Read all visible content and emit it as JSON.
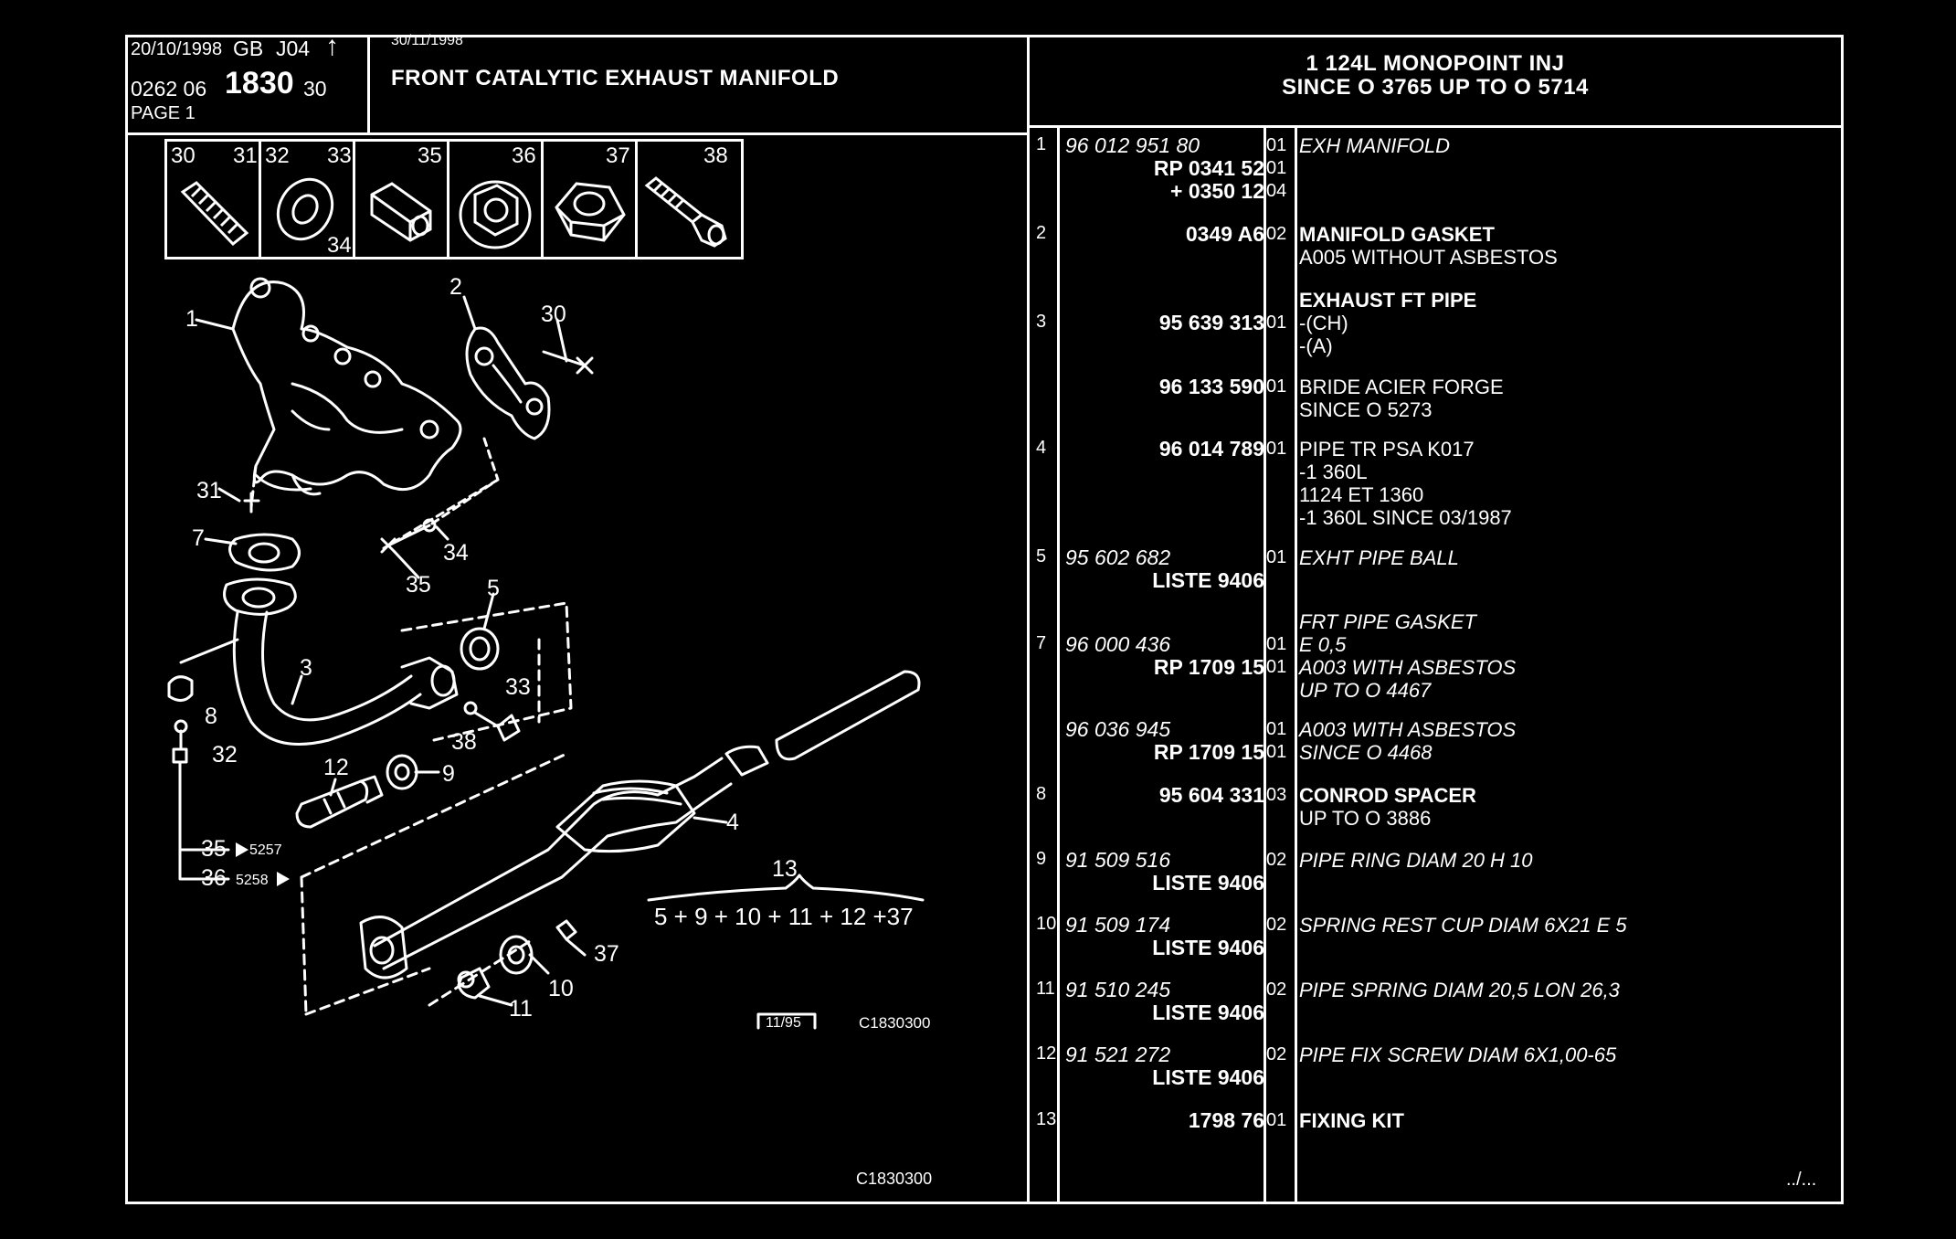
{
  "header": {
    "date1": "20/10/1998",
    "lang": "GB",
    "code": "J04",
    "ref_prefix": "0262 06",
    "ref_main": "1830",
    "ref_suffix": "30",
    "page": "PAGE 1",
    "date2": "30/11/1998",
    "title": "FRONT CATALYTIC EXHAUST MANIFOLD",
    "engine_line1": "1 124L MONOPOINT INJ",
    "engine_line2": "SINCE O  3765 UP  TO  O  5714"
  },
  "hardware_box": {
    "cells": [
      {
        "nums": [
          "30",
          "31"
        ],
        "icon": "stud-icon"
      },
      {
        "nums": [
          "32",
          "33",
          "34"
        ],
        "icon": "washer-icon"
      },
      {
        "nums": [
          "35"
        ],
        "icon": "spacer-icon"
      },
      {
        "nums": [
          "36"
        ],
        "icon": "flange-nut-icon"
      },
      {
        "nums": [
          "37"
        ],
        "icon": "hex-nut-icon"
      },
      {
        "nums": [
          "38"
        ],
        "icon": "bolt-icon"
      }
    ]
  },
  "diagram": {
    "labels": [
      "1",
      "2",
      "30",
      "31",
      "7",
      "34",
      "35",
      "5",
      "33",
      "3",
      "8",
      "32",
      "38",
      "12",
      "9",
      "4",
      "35",
      "36",
      "13",
      "10",
      "37",
      "11"
    ],
    "ref_5257": "5257",
    "ref_5258": "5258",
    "kit_formula": "5 + 9 + 10 + 11 + 12 +37",
    "stamp_date": "11/95",
    "drawing_code": "C1830300",
    "drawing_code_bottom": "C1830300"
  },
  "parts": [
    {
      "idx": "1",
      "refs": [
        {
          "t": "96 012 951 80",
          "i": true,
          "b": false
        },
        {
          "t": "RP  0341 52",
          "i": false,
          "b": true
        },
        {
          "t": "+  0350 12",
          "i": false,
          "b": true
        }
      ],
      "qty": [
        "01",
        "01",
        "04"
      ],
      "desc": [
        {
          "t": "EXH MANIFOLD",
          "i": true,
          "b": false
        }
      ]
    },
    {
      "idx": "2",
      "refs": [
        {
          "t": "0349 A6",
          "i": false,
          "b": true
        }
      ],
      "qty": [
        "02"
      ],
      "desc": [
        {
          "t": "MANIFOLD GASKET",
          "i": false,
          "b": true
        },
        {
          "t": "A005 WITHOUT ASBESTOS",
          "i": false,
          "b": false
        }
      ]
    },
    {
      "idx": "",
      "refs": [],
      "qty": [],
      "desc": [
        {
          "t": "EXHAUST FT PIPE",
          "i": false,
          "b": true
        }
      ]
    },
    {
      "idx": "3",
      "refs": [
        {
          "t": "95 639 313",
          "i": false,
          "b": true
        }
      ],
      "qty": [
        "01"
      ],
      "desc": [
        {
          "t": "-(CH)",
          "i": false,
          "b": false
        },
        {
          "t": "-(A)",
          "i": false,
          "b": false
        }
      ]
    },
    {
      "idx": "",
      "refs": [
        {
          "t": "96 133 590",
          "i": false,
          "b": true
        }
      ],
      "qty": [
        "01"
      ],
      "desc": [
        {
          "t": "BRIDE ACIER FORGE",
          "i": false,
          "b": false
        },
        {
          "t": "SINCE  O  5273",
          "i": false,
          "b": false
        }
      ]
    },
    {
      "idx": "4",
      "refs": [
        {
          "t": "96 014 789",
          "i": false,
          "b": true
        }
      ],
      "qty": [
        "01"
      ],
      "desc": [
        {
          "t": "PIPE TR PSA K017",
          "i": false,
          "b": false
        },
        {
          "t": "-1 360L",
          "i": false,
          "b": false
        },
        {
          "t": "1124 ET 1360",
          "i": false,
          "b": false
        },
        {
          "t": "-1 360L SINCE  03/1987",
          "i": false,
          "b": false
        }
      ]
    },
    {
      "idx": "5",
      "refs": [
        {
          "t": "95 602 682",
          "i": true,
          "b": false
        },
        {
          "t": "LISTE 9406",
          "i": false,
          "b": true
        }
      ],
      "qty": [
        "01"
      ],
      "desc": [
        {
          "t": "EXHT PIPE BALL",
          "i": true,
          "b": false
        }
      ]
    },
    {
      "idx": "",
      "refs": [],
      "qty": [],
      "desc": [
        {
          "t": "FRT PIPE GASKET",
          "i": true,
          "b": false
        }
      ]
    },
    {
      "idx": "7",
      "refs": [
        {
          "t": "96 000 436",
          "i": true,
          "b": false
        },
        {
          "t": "RP  1709 15",
          "i": false,
          "b": true
        }
      ],
      "qty": [
        "01",
        "01"
      ],
      "desc": [
        {
          "t": "E 0,5",
          "i": true,
          "b": false
        },
        {
          "t": "A003 WITH ASBESTOS",
          "i": true,
          "b": false
        },
        {
          "t": "UP  TO  O  4467",
          "i": true,
          "b": false
        }
      ]
    },
    {
      "idx": "",
      "refs": [
        {
          "t": "96 036 945",
          "i": true,
          "b": false
        },
        {
          "t": "RP  1709 15",
          "i": false,
          "b": true
        }
      ],
      "qty": [
        "01",
        "01"
      ],
      "desc": [
        {
          "t": "A003 WITH ASBESTOS",
          "i": true,
          "b": false
        },
        {
          "t": "SINCE  O  4468",
          "i": true,
          "b": false
        }
      ]
    },
    {
      "idx": "8",
      "refs": [
        {
          "t": "95 604 331",
          "i": false,
          "b": true
        }
      ],
      "qty": [
        "03"
      ],
      "desc": [
        {
          "t": "CONROD SPACER",
          "i": false,
          "b": true
        },
        {
          "t": "UP  TO  O  3886",
          "i": false,
          "b": false
        }
      ]
    },
    {
      "idx": "9",
      "refs": [
        {
          "t": "91 509 516",
          "i": true,
          "b": false
        },
        {
          "t": "LISTE 9406",
          "i": false,
          "b": true
        }
      ],
      "qty": [
        "02"
      ],
      "desc": [
        {
          "t": "PIPE RING DIAM 20 H 10",
          "i": true,
          "b": false
        }
      ]
    },
    {
      "idx": "10",
      "refs": [
        {
          "t": "91 509 174",
          "i": true,
          "b": false
        },
        {
          "t": "LISTE 9406",
          "i": false,
          "b": true
        }
      ],
      "qty": [
        "02"
      ],
      "desc": [
        {
          "t": "SPRING REST CUP DIAM 6X21 E 5",
          "i": true,
          "b": false
        }
      ]
    },
    {
      "idx": "11",
      "refs": [
        {
          "t": "91 510 245",
          "i": true,
          "b": false
        },
        {
          "t": "LISTE 9406",
          "i": false,
          "b": true
        }
      ],
      "qty": [
        "02"
      ],
      "desc": [
        {
          "t": "PIPE SPRING DIAM 20,5 LON 26,3",
          "i": true,
          "b": false
        }
      ]
    },
    {
      "idx": "12",
      "refs": [
        {
          "t": "91 521 272",
          "i": true,
          "b": false
        },
        {
          "t": "LISTE 9406",
          "i": false,
          "b": true
        }
      ],
      "qty": [
        "02"
      ],
      "desc": [
        {
          "t": "PIPE FIX SCREW DIAM 6X1,00-65",
          "i": true,
          "b": false
        }
      ]
    },
    {
      "idx": "13",
      "refs": [
        {
          "t": "1798 76",
          "i": false,
          "b": true
        }
      ],
      "qty": [
        "01"
      ],
      "desc": [
        {
          "t": "FIXING KIT",
          "i": false,
          "b": true
        }
      ]
    }
  ],
  "continuation": "../..."
}
